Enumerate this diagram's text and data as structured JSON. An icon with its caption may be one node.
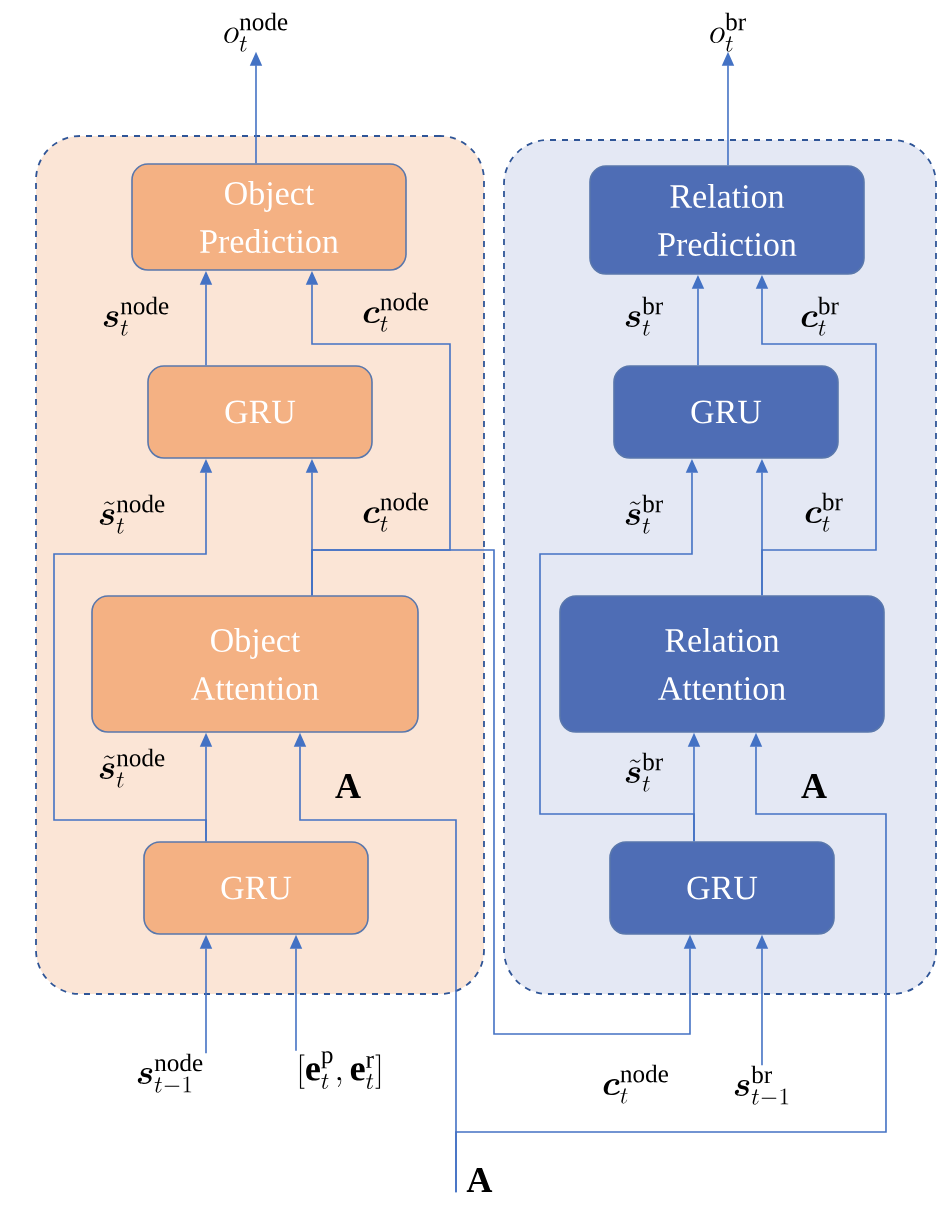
{
  "diagram": {
    "nodes": [
      {
        "text": [],
        "shape": "box"
      },
      {
        "text": [
          "Object Prediction"
        ],
        "in": 0
      },
      {
        "text": [
          "GRU"
        ],
        "in": 0
      },
      {
        "text": [
          "Object Attention"
        ],
        "in": 0
      },
      {
        "text": [
          "GRU"
        ],
        "in": 0
      },
      {
        "text": [],
        "shape": "box"
      },
      {
        "text": [
          "Relation Prediction"
        ],
        "in": 5
      },
      {
        "text": [
          "GRU"
        ],
        "in": 5
      },
      {
        "text": [
          "Relation Attention"
        ],
        "in": 5
      },
      {
        "text": [
          "GRU"
        ],
        "in": 5
      },
      {
        "text": [
          "o_t^{\\mathrm{node}}"
        ]
      },
      {
        "text": [
          "o_t^{\\mathrm{br}}"
        ]
      },
      {
        "text": [
          "\\bm{s}_{t-1}^{\\mathrm{node}}"
        ]
      },
      {
        "text": [
          "[\\mathbf{e}_t^{\\mathrm{p}},\\mathbf{e}_t^{\\mathrm{r}}]"
        ]
      },
      {
        "text": [
          "\\bm{s}_{t-1}^{\\mathrm{br}}"
        ]
      },
      {
        "text": [
          "\\mathbf{A}"
        ]
      }
    ],
    "edges": [
      {
        "from": 1,
        "to": 10,
        "arrow": "to"
      },
      {
        "from": 2,
        "to": 1,
        "arrow": "to",
        "label": "\\bm{s}_t^{\\mathrm{node}}"
      },
      {
        "from": 3,
        "to": 1,
        "arrow": "to",
        "label": "\\bm{c}_t^{\\mathrm{node}}"
      },
      {
        "from": 3,
        "to": 2,
        "arrow": "to",
        "label": "\\bm{c}_t^{\\mathrm{node}}"
      },
      {
        "from": 4,
        "to": 3,
        "arrow": "to",
        "label": "\\tilde{\\bm{s}}_t^{\\mathrm{node}}"
      },
      {
        "from": 4,
        "to": 2,
        "arrow": "to",
        "label": "\\tilde{\\bm{s}}_t^{\\mathrm{node}}"
      },
      {
        "from": 15,
        "to": 3,
        "arrow": "to",
        "label": "\\mathbf{A}"
      },
      {
        "from": 12,
        "to": 4,
        "arrow": "to"
      },
      {
        "from": 13,
        "to": 4,
        "arrow": "to"
      },
      {
        "from": 6,
        "to": 11,
        "arrow": "to"
      },
      {
        "from": 7,
        "to": 6,
        "arrow": "to",
        "label": "\\bm{s}_t^{\\mathrm{br}}"
      },
      {
        "from": 8,
        "to": 6,
        "arrow": "to",
        "label": "\\bm{c}_t^{\\mathrm{br}}"
      },
      {
        "from": 8,
        "to": 7,
        "arrow": "to",
        "label": "\\bm{c}_t^{\\mathrm{br}}"
      },
      {
        "from": 9,
        "to": 8,
        "arrow": "to",
        "label": "\\tilde{\\bm{s}}_t^{\\mathrm{br}}"
      },
      {
        "from": 9,
        "to": 7,
        "arrow": "to",
        "label": "\\tilde{\\bm{s}}_t^{\\mathrm{br}}"
      },
      {
        "from": 15,
        "to": 8,
        "arrow": "to",
        "label": "\\mathbf{A}"
      },
      {
        "from": 14,
        "to": 9,
        "arrow": "to"
      },
      {
        "from": 3,
        "to": 9,
        "arrow": "to",
        "label": "\\bm{c}_t^{\\mathrm{node}}"
      }
    ]
  }
}
